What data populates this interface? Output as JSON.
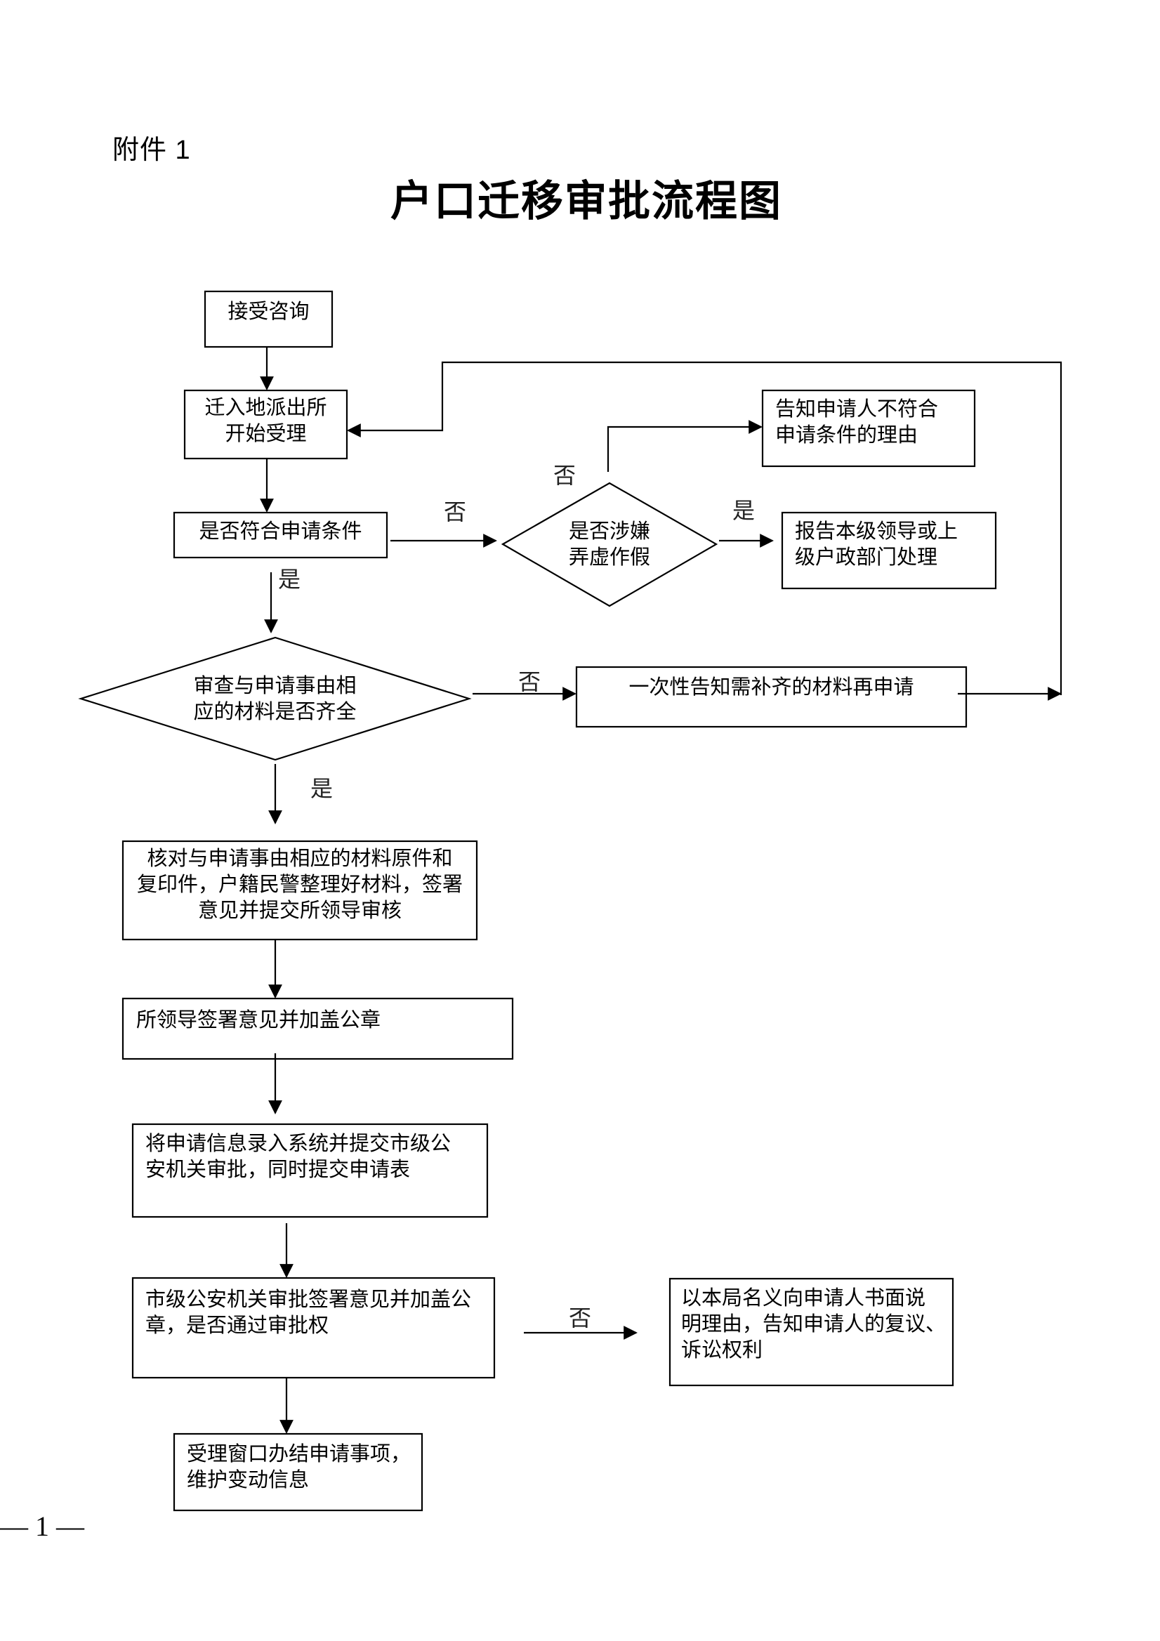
{
  "header": {
    "attachment_label": "附件 1",
    "title": "户口迁移审批流程图"
  },
  "nodes": {
    "consult": "接受咨询",
    "accept": "迁入地派出所\n开始受理",
    "eligibility": "是否符合申请条件",
    "fraud_check": "是否涉嫌\n弄虚作假",
    "notify_ineligible": "告知申请人不符合\n申请条件的理由",
    "report_leader": "报告本级领导或上\n级户政部门处理",
    "materials_check": "审查与申请事由相\n应的材料是否齐全",
    "request_supplement": "一次性告知需补齐的材料再申请",
    "verify_originals": "核对与申请事由相应的材料原件和\n复印件，户籍民警整理好材料，签署\n意见并提交所领导审核",
    "station_leader_sign": "所领导签署意见并加盖公章",
    "enter_system": "将申请信息录入系统并提交市级公\n安机关审批，同时提交申请表",
    "city_approval": "市级公安机关审批签署意见并加盖公\n章，是否通过审批权",
    "written_rejection": "以本局名义向申请人书面说\n明理由，告知申请人的复议、\n诉讼权利",
    "complete": "受理窗口办结申请事项，\n维护变动信息"
  },
  "edge_labels": {
    "eligibility_no": "否",
    "eligibility_yes": "是",
    "fraud_no": "否",
    "fraud_yes": "是",
    "materials_no": "否",
    "materials_yes": "是",
    "approval_no": "否"
  },
  "footer": {
    "page_number": "— 1 —"
  }
}
